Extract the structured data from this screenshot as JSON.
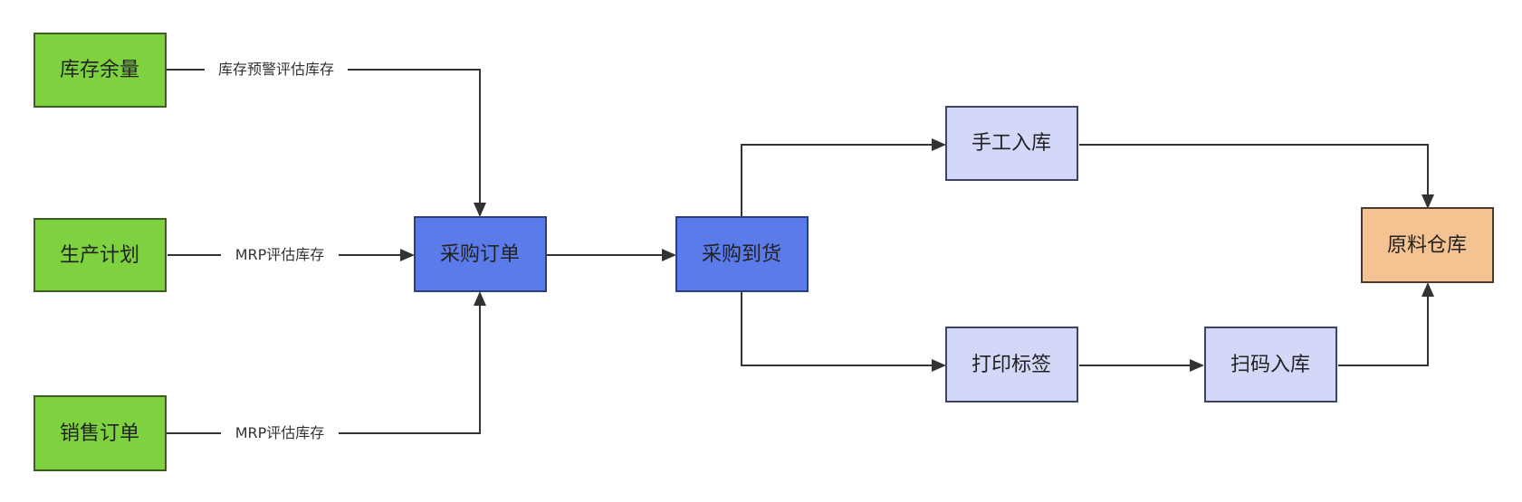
{
  "colors": {
    "source_fill": "#7ed23f",
    "source_stroke": "#3d5f1e",
    "process_fill": "#5b7bea",
    "process_stroke": "#2b3f7d",
    "step_fill": "#d4d8f8",
    "step_stroke": "#3d4466",
    "warehouse_fill": "#f4c391",
    "warehouse_stroke": "#4a3b2c",
    "edge": "#333333"
  },
  "nodes": {
    "inventory": "库存余量",
    "production_plan": "生产计划",
    "sales_order": "销售订单",
    "purchase_order": "采购订单",
    "purchase_arrival": "采购到货",
    "manual_stock_in": "手工入库",
    "print_label": "打印标签",
    "scan_stock_in": "扫码入库",
    "raw_material_warehouse": "原料仓库"
  },
  "edge_labels": {
    "inventory_to_po": "库存预警评估库存",
    "plan_to_po": "MRP评估库存",
    "sales_to_po": "MRP评估库存"
  }
}
